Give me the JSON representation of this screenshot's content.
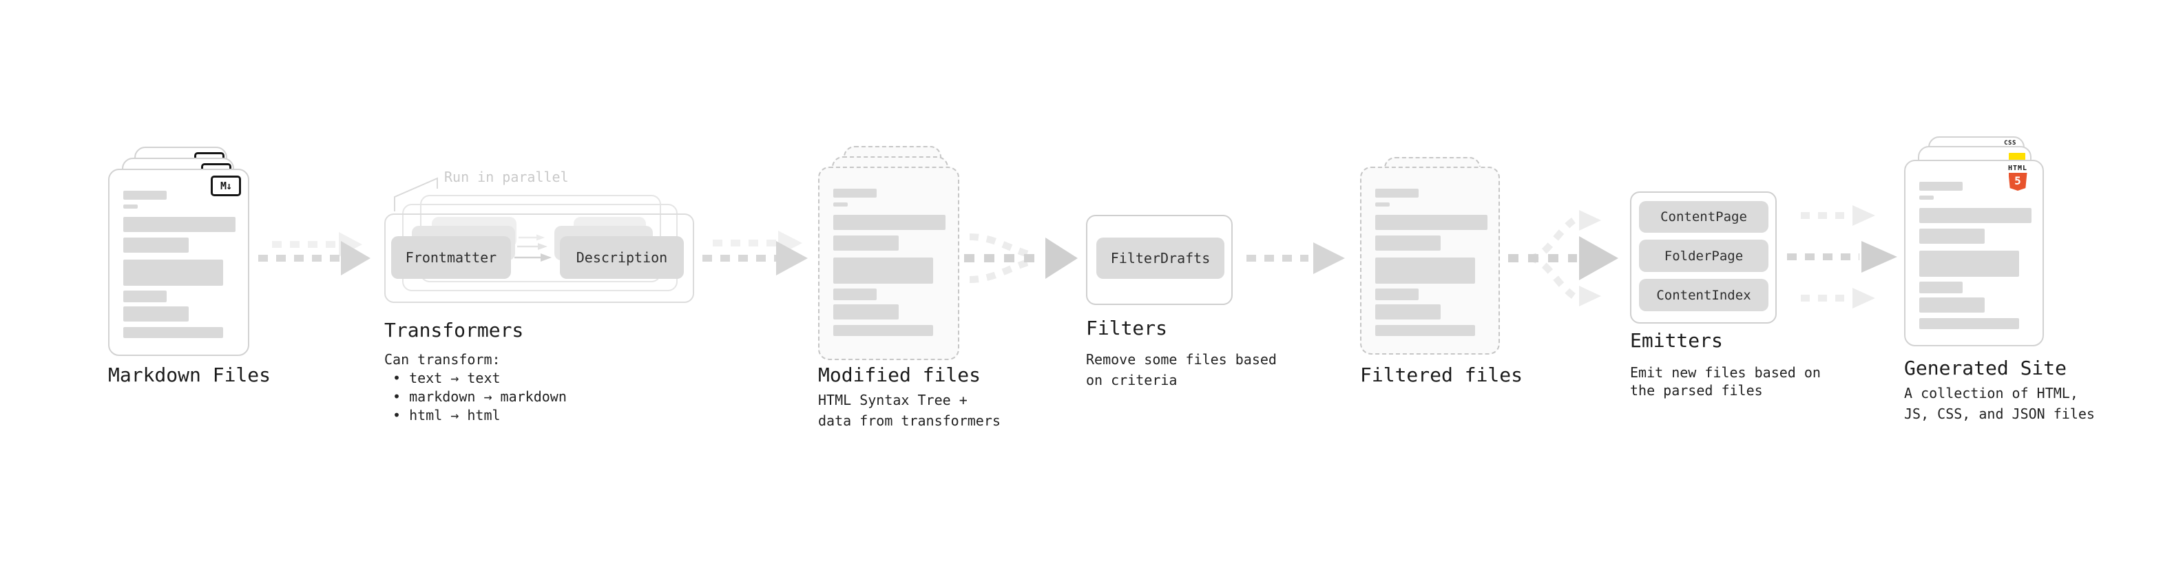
{
  "stages": {
    "markdown": {
      "label": "Markdown Files",
      "icon_text": "M↓"
    },
    "transformers": {
      "heading": "Transformers",
      "note": "Run in parallel",
      "input_box": "Frontmatter",
      "output_box": "Description",
      "description_title": "Can transform:",
      "bullets": [
        "• text → text",
        "• markdown → markdown",
        "• html → html"
      ]
    },
    "modified": {
      "label": "Modified files",
      "description": "HTML Syntax Tree +\ndata from transformers"
    },
    "filters": {
      "heading": "Filters",
      "box": "FilterDrafts",
      "description": "Remove some files based\non criteria"
    },
    "filtered": {
      "label": "Filtered files"
    },
    "emitters": {
      "heading": "Emitters",
      "boxes": [
        "ContentPage",
        "FolderPage",
        "ContentIndex"
      ],
      "description": "Emit new files based on\nthe parsed files"
    },
    "generated": {
      "label": "Generated Site",
      "description": "A collection of HTML,\nJS, CSS, and JSON files",
      "badges": {
        "html_label": "HTML",
        "html_number": "5",
        "css_label": "CSS"
      }
    }
  },
  "colors": {
    "js_yellow": "#ffdf00",
    "css_blue": "#2563eb",
    "html5_orange": "#e8532c"
  }
}
